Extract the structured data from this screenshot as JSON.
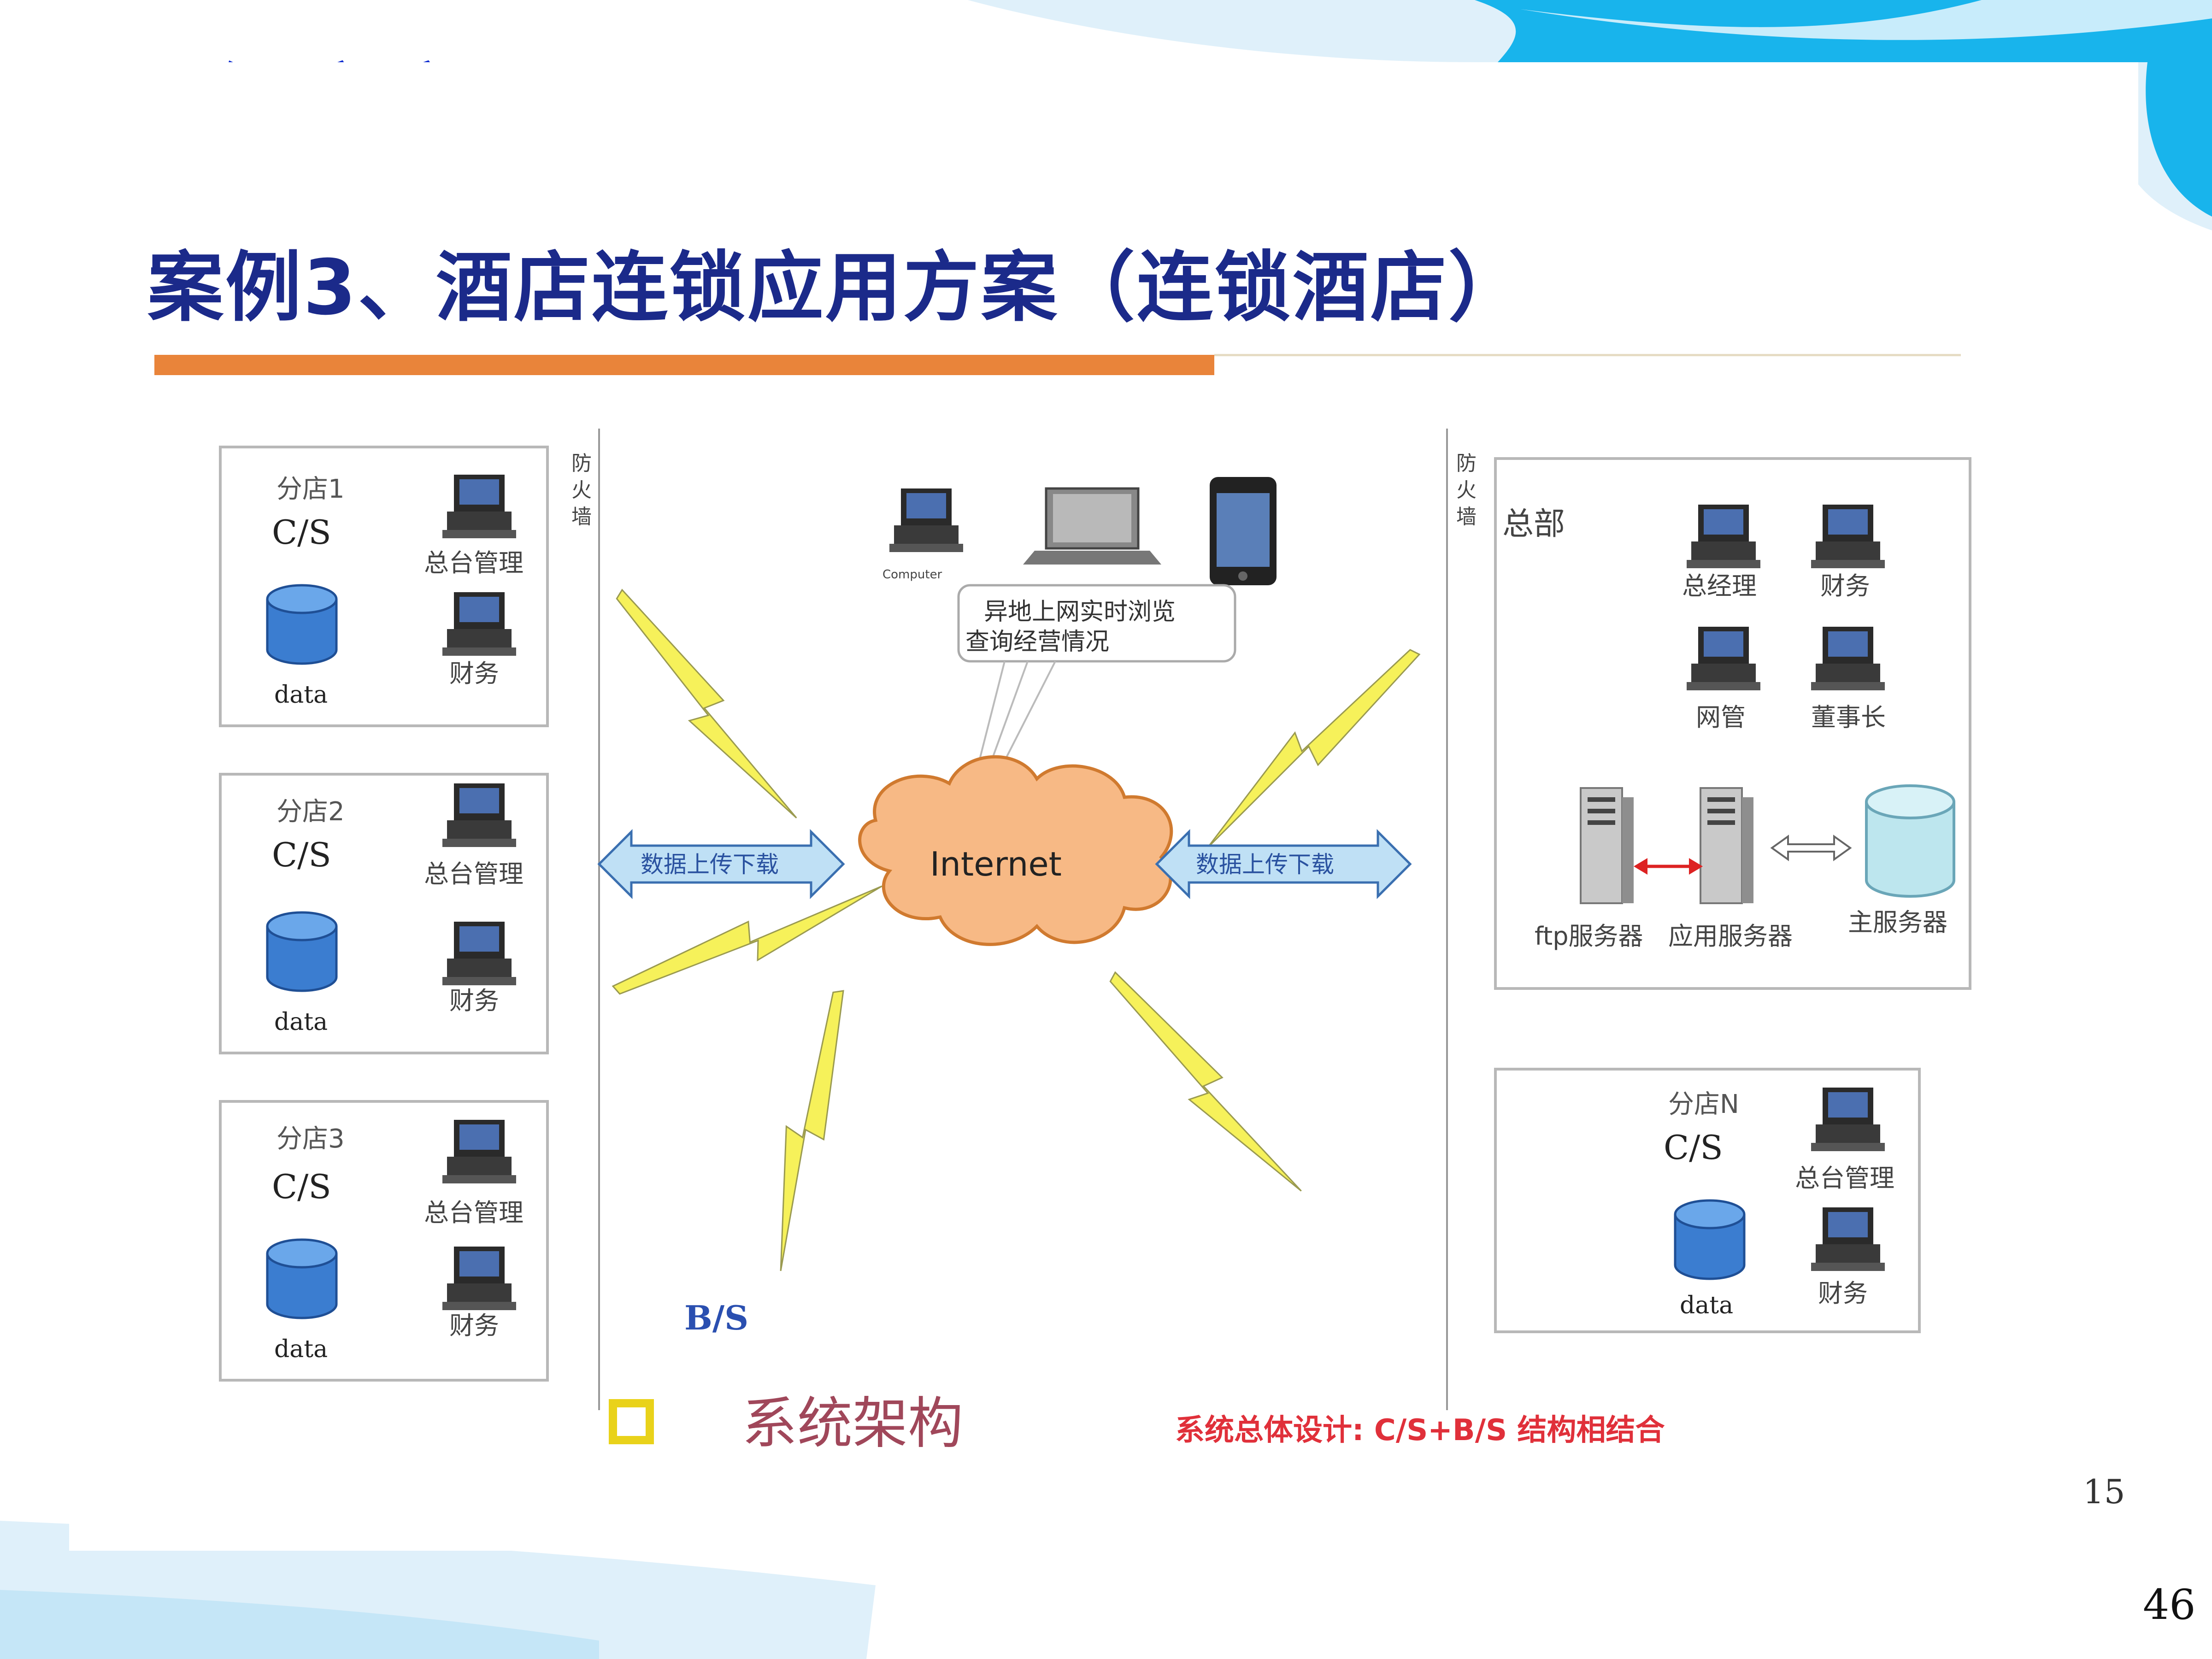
{
  "slide_title": "三级方案三",
  "heading": "案例3、酒店连锁应用方案（连锁酒店）",
  "firewall_label": "防火墙",
  "branch_label_cs": "C/S",
  "branches": [
    {
      "name": "分店1",
      "mode": "C/S",
      "db": "data",
      "pc1": "总台管理",
      "pc2": "财务"
    },
    {
      "name": "分店2",
      "mode": "C/S",
      "db": "data",
      "pc1": "总台管理",
      "pc2": "财务"
    },
    {
      "name": "分店3",
      "mode": "C/S",
      "db": "data",
      "pc1": "总台管理",
      "pc2": "财务"
    }
  ],
  "branch_n": {
    "name": "分店N",
    "mode": "C/S",
    "db": "data",
    "pc1": "总台管理",
    "pc2": "财务"
  },
  "hq": {
    "name": "总部",
    "pcs": [
      "总经理",
      "财务",
      "网管",
      "董事长"
    ],
    "ftp_server": "ftp服务器",
    "app_server": "应用服务器",
    "main_server": "主服务器"
  },
  "internet_label": "Internet",
  "upload_left": "数据上传下载",
  "upload_right": "数据上传下载",
  "callout": {
    "line1": "异地上网实时浏览",
    "line2": "查询经营情况"
  },
  "computer_caption": "Computer",
  "bs_label": "B/S",
  "arch_label": "系统架构",
  "design_note": "系统总体设计: C/S+B/S 结构相结合",
  "page_inner": "15",
  "page_number": "46"
}
